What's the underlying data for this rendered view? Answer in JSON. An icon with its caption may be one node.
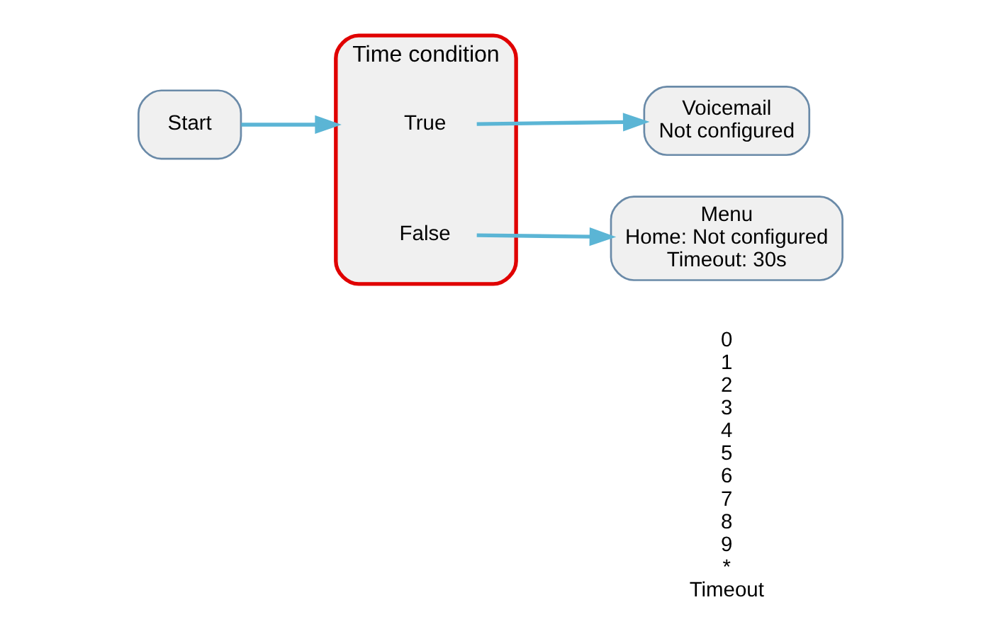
{
  "diagram": {
    "nodes": [
      {
        "text": [
          "Start"
        ]
      },
      {
        "text": [
          "Time condition"
        ]
      },
      {
        "text": [
          "True"
        ],
        "in": 1
      },
      {
        "text": [
          "False"
        ],
        "in": 1
      },
      {
        "text": [
          "Voicemail",
          "Not configured"
        ]
      },
      {
        "text": [
          "Menu",
          "Home: Not configured",
          "Timeout: 30s"
        ]
      }
    ],
    "edges": [
      {
        "from": 0,
        "to": 1,
        "arrow": "to"
      },
      {
        "from": 2,
        "to": 4,
        "arrow": "to"
      },
      {
        "from": 3,
        "to": 5,
        "arrow": "to"
      }
    ],
    "labels": [
      "0",
      "1",
      "2",
      "3",
      "4",
      "5",
      "6",
      "7",
      "8",
      "9",
      "*",
      "Timeout"
    ]
  }
}
